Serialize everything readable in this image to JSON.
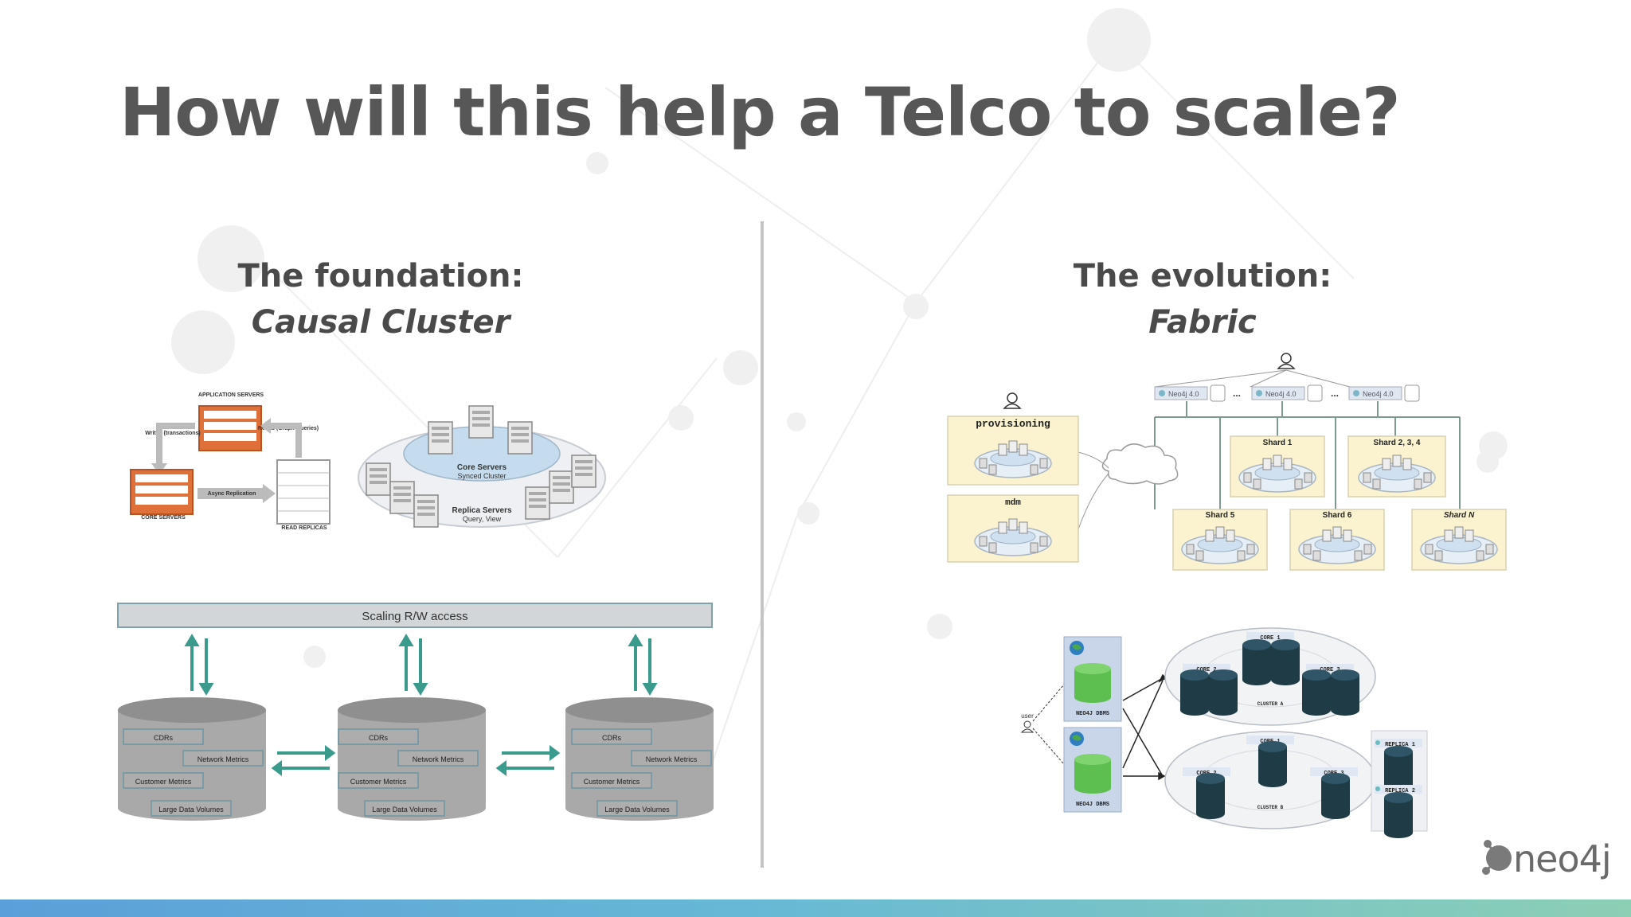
{
  "title": "How will this help a Telco to scale?",
  "left": {
    "heading": "The foundation:",
    "subheading": "Causal Cluster",
    "diagram1": {
      "application_servers": "APPLICATION SERVERS",
      "writes": "Writes (transactions)",
      "reads": "Reads (Graph Queries)",
      "async": "Async Replication",
      "core_servers": "CORE SERVERS",
      "read_replicas": "READ REPLICAS"
    },
    "diagram2": {
      "core_title": "Core Servers",
      "core_sub": "Synced Cluster",
      "replica_title": "Replica Servers",
      "replica_sub": "Query, View"
    },
    "scaling_bar": "Scaling R/W access",
    "databases": [
      {
        "labels": [
          "CDRs",
          "Network Metrics",
          "Customer Metrics",
          "Large Data Volumes"
        ]
      },
      {
        "labels": [
          "CDRs",
          "Network Metrics",
          "Customer Metrics",
          "Large Data Volumes"
        ]
      },
      {
        "labels": [
          "CDRs",
          "Network Metrics",
          "Customer Metrics",
          "Large Data Volumes"
        ]
      }
    ]
  },
  "right": {
    "heading": "The evolution:",
    "subheading": "Fabric",
    "fabric": {
      "neo_labels": [
        "Neo4j 4.0",
        "Neo4j 4.0",
        "Neo4j 4.0"
      ],
      "ellipsis": "...",
      "provisioning": "provisioning",
      "mdm": "mdm",
      "shards": [
        "Shard 1",
        "Shard 2, 3, 4",
        "Shard 5",
        "Shard 6",
        "Shard N"
      ]
    },
    "multi_cluster": {
      "dbms_label": "NEO4J DBMS",
      "user": "user",
      "cluster_a": {
        "name": "CLUSTER A",
        "cores": [
          "CORE 1",
          "CORE 2",
          "CORE 3"
        ]
      },
      "cluster_b": {
        "name": "CLUSTER B",
        "cores": [
          "CORE 1",
          "CORE 2",
          "CORE 3"
        ]
      },
      "replicas": [
        "REPLICA 1",
        "REPLICA 2"
      ]
    }
  },
  "logo": "neo4j",
  "colors": {
    "title": "#575757",
    "orange": "#e0703a",
    "teal": "#3a9a8c",
    "shard_fill": "#fbf3cf",
    "db_gray": "#a9a9a9",
    "cylinder_dark": "#1f3b46",
    "dbms_green": "#5cbf4f"
  }
}
